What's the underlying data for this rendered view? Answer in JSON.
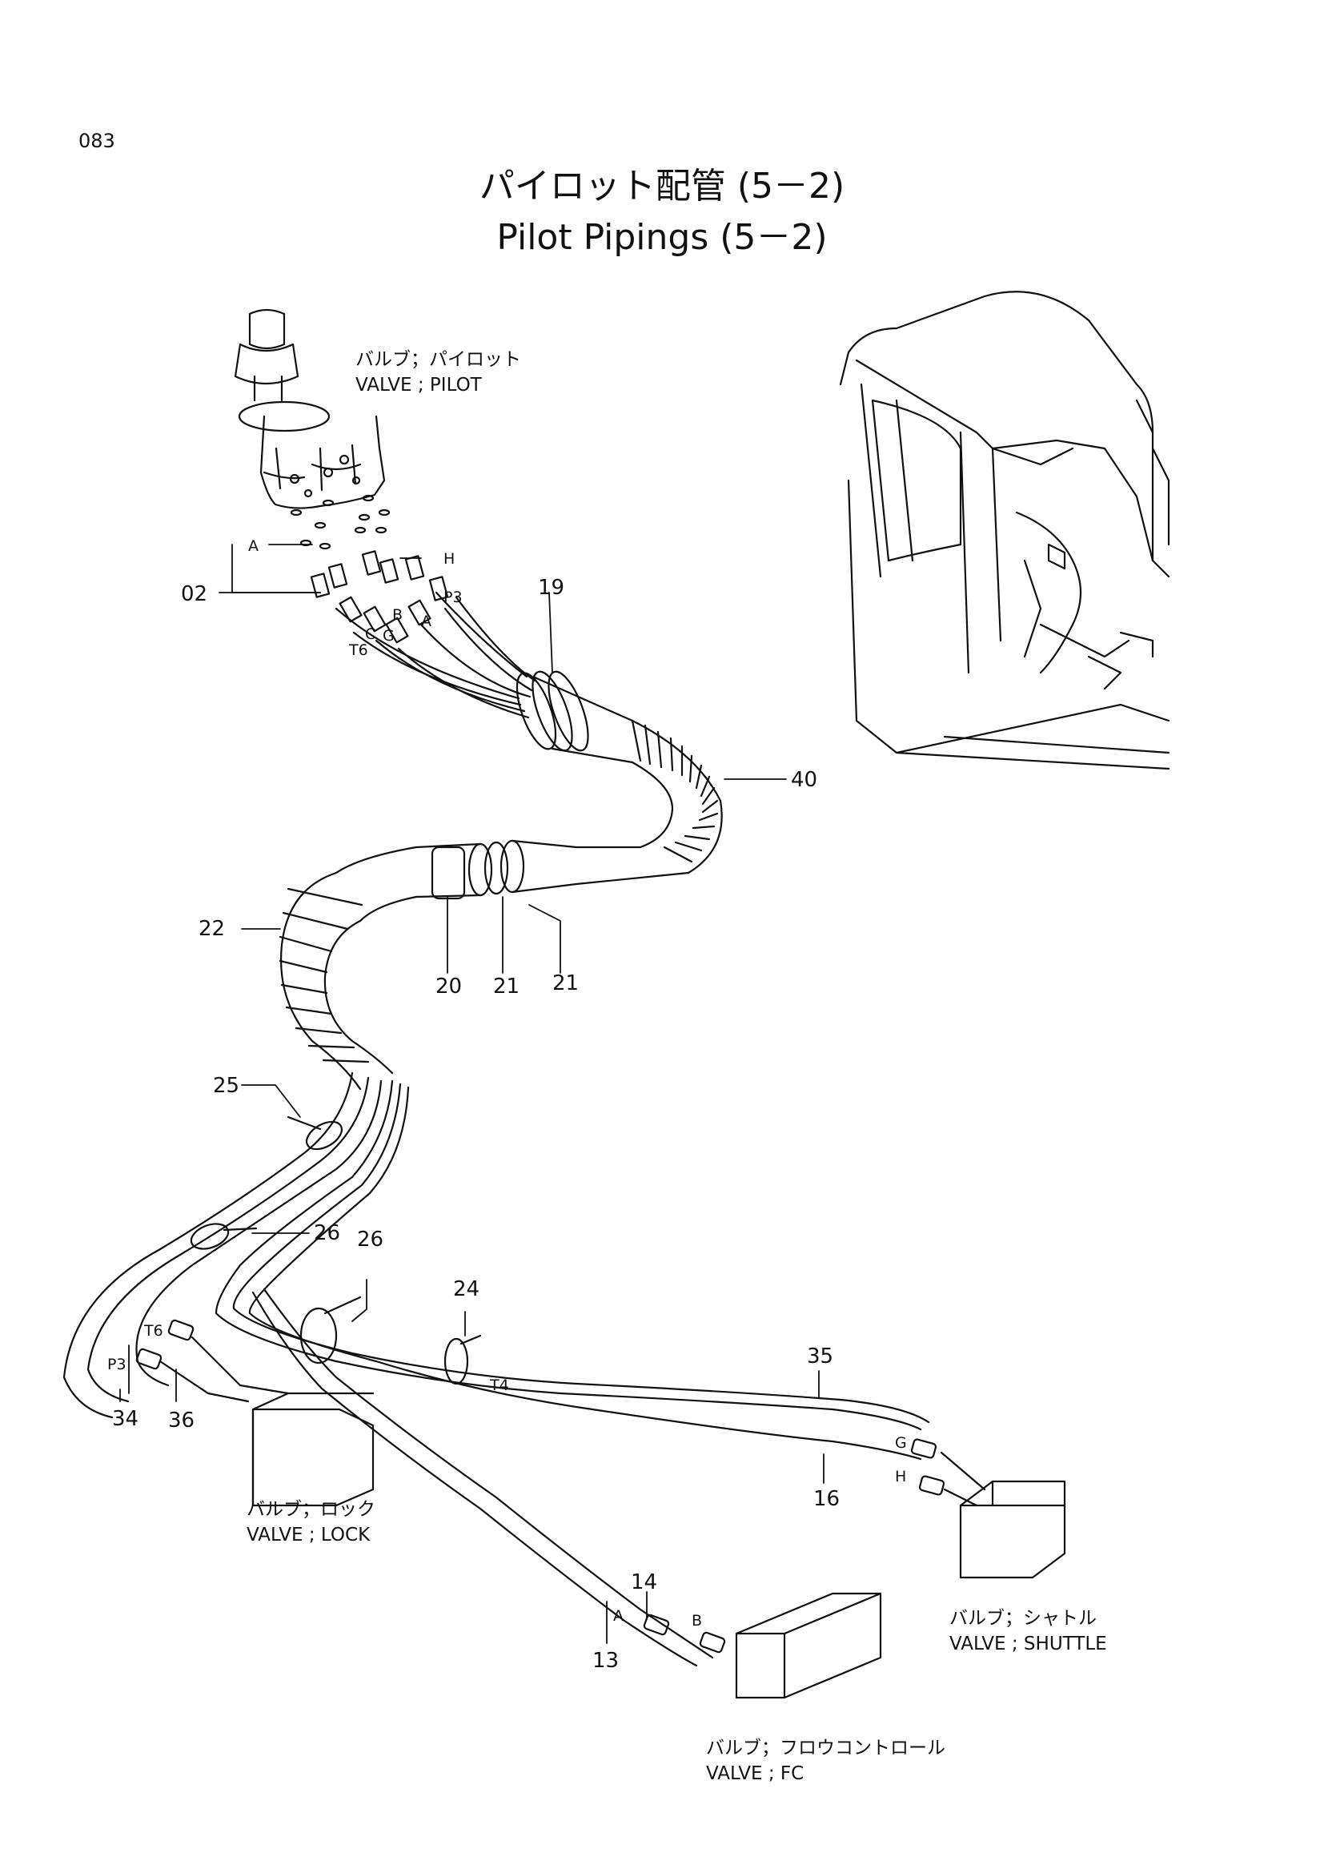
{
  "page_number": "083",
  "title": {
    "ja": "パイロット配管 (5－2)",
    "en": "Pilot Pipings (5－2)"
  },
  "components": {
    "pilot_valve": {
      "ja": "バルブ；パイロット",
      "en": "VALVE ; PILOT"
    },
    "lock_valve": {
      "ja": "バルブ；ロック",
      "en": "VALVE ; LOCK"
    },
    "shuttle_valve": {
      "ja": "バルブ；シャトル",
      "en": "VALVE ; SHUTTLE"
    },
    "fc_valve": {
      "ja": "バルブ；フロウコントロール",
      "en": "VALVE ; FC"
    }
  },
  "callouts": {
    "c02": "02",
    "c19": "19",
    "c40": "40",
    "c22": "22",
    "c20": "20",
    "c21a": "21",
    "c21b": "21",
    "c25": "25",
    "c26a": "26",
    "c26b": "26",
    "c24": "24",
    "c35": "35",
    "c16": "16",
    "c34": "34",
    "c36": "36",
    "c14": "14",
    "c13": "13"
  },
  "ports": {
    "a_top": "A",
    "h_top": "H",
    "p3_top": "P3",
    "b_top": "B",
    "a2_top": "A",
    "c_top": "C",
    "g_top": "G",
    "t6_top": "T6",
    "t6_lock": "T6",
    "p3_lock": "P3",
    "t4": "T4",
    "g_shuttle": "G",
    "h_shuttle": "H",
    "a_fc": "A",
    "b_fc": "B"
  }
}
